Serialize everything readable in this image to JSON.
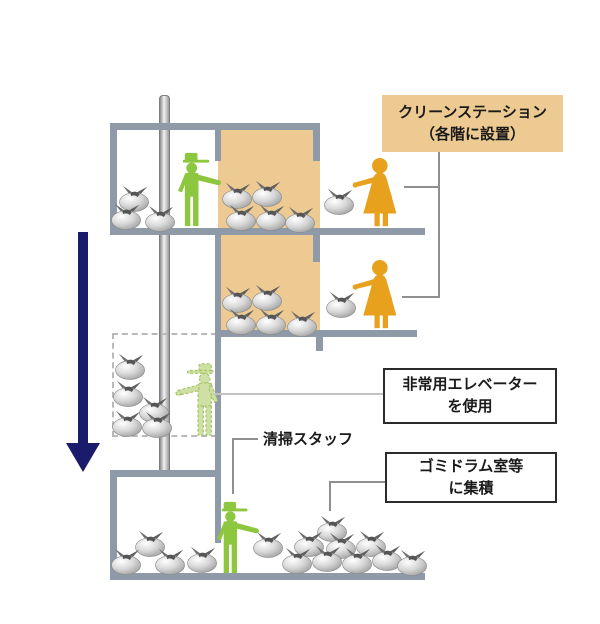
{
  "diagram_title": "building-garbage-collection-flow",
  "callouts": {
    "clean_station": {
      "text": [
        "クリーンステーション",
        "（各階に設置）"
      ]
    },
    "emergency_elevator": {
      "text": [
        "非常用エレベーター",
        "を使用"
      ]
    },
    "drum_room": {
      "text": [
        "ゴミドラム室等",
        "に集積"
      ]
    },
    "cleaning_staff_label": "清掃スタッフ"
  },
  "colors": {
    "wall_gray": "#8e9aa8",
    "clean_station_tan": "#edca92",
    "staff_green": "#8dc63f",
    "elevator_staff_light_green": "#cfe0a4",
    "resident_orange": "#e8a11d",
    "flow_arrow_navy": "#1b1b6b",
    "garbage_bag_gray": "#c9c9c9"
  },
  "icons": {
    "cleaning_staff": "cleaning-staff-figure",
    "resident": "resident-figure",
    "garbage_bag": "garbage-bag-icon",
    "flow_arrow": "down-arrow",
    "elevator_rail": "elevator-shaft-rail"
  }
}
